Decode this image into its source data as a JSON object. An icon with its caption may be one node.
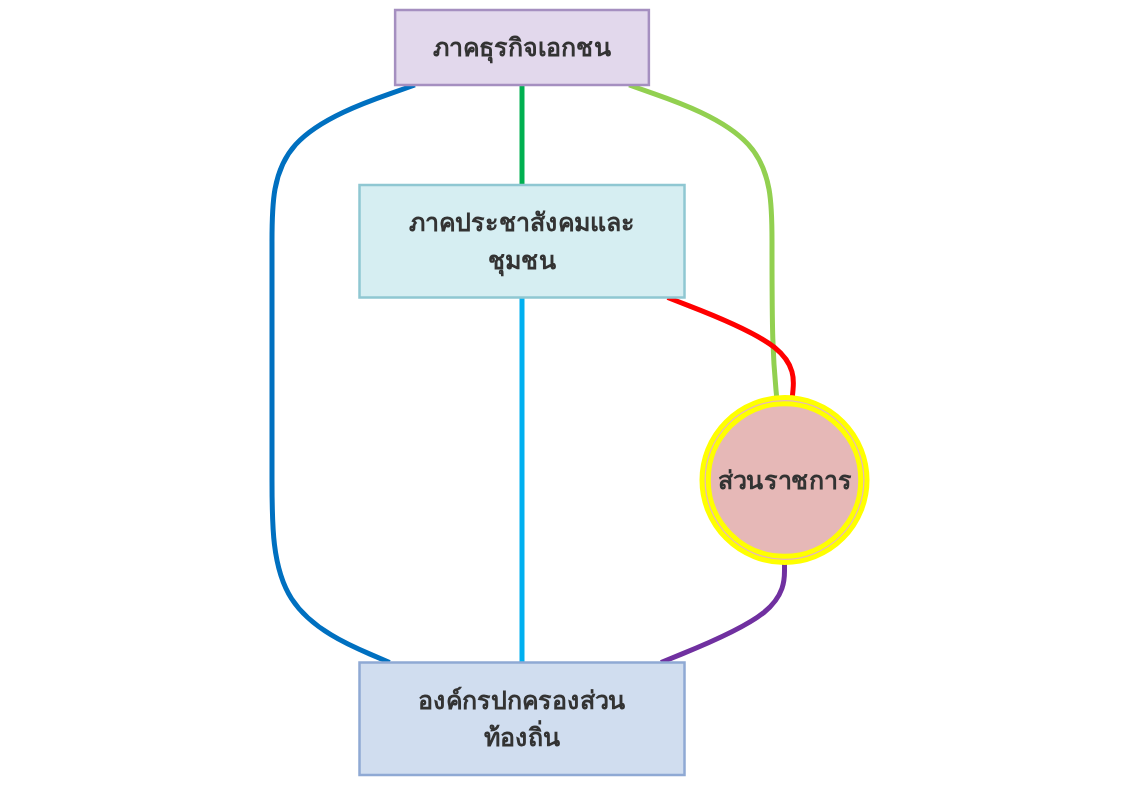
{
  "diagram": {
    "nodes": [
      {
        "text": [
          "ภาคธุรกิจเอกชน"
        ]
      },
      {
        "text": [
          "ภาคประชาสังคมและชุมชน"
        ]
      },
      {
        "text": [
          "ส่วนราชการ"
        ]
      },
      {
        "text": [
          "องค์กรปกครองส่วนท้องถิ่น"
        ]
      }
    ],
    "edges": [
      {
        "from": 0,
        "to": 1,
        "arrow": "none",
        "color": "#00b050"
      },
      {
        "from": 0,
        "to": 2,
        "arrow": "none",
        "color": "#92d050"
      },
      {
        "from": 1,
        "to": 2,
        "arrow": "none",
        "color": "#ff0000"
      },
      {
        "from": 0,
        "to": 3,
        "arrow": "none",
        "color": "#0070c0"
      },
      {
        "from": 1,
        "to": 3,
        "arrow": "none",
        "color": "#00b0f0"
      },
      {
        "from": 2,
        "to": 3,
        "arrow": "none",
        "color": "#7030a0"
      }
    ]
  }
}
